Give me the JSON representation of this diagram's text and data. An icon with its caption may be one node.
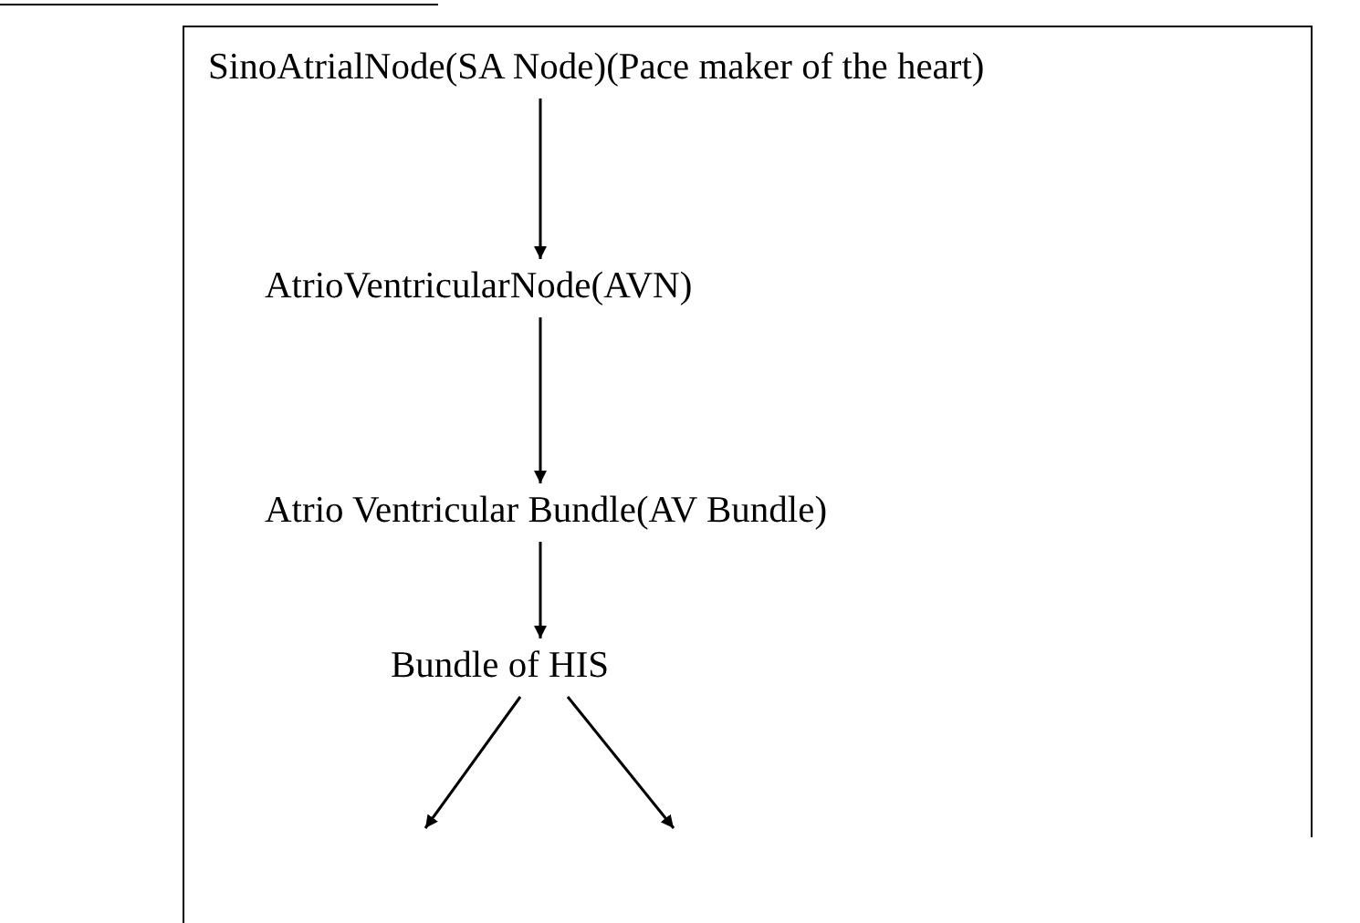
{
  "diagram": {
    "nodes": [
      {
        "text": [
          "SinoAtrialNode(SA Node)(Pace maker of the heart)"
        ]
      },
      {
        "text": [
          "AtrioVentricularNode(AVN)"
        ]
      },
      {
        "text": [
          "Atrio Ventricular Bundle(AV Bundle)"
        ]
      },
      {
        "text": [
          "Bundle of HIS"
        ]
      }
    ],
    "edges": [
      {
        "from": 0,
        "to": 1,
        "arrow": "to"
      },
      {
        "from": 1,
        "to": 2,
        "arrow": "to"
      },
      {
        "from": 2,
        "to": 3,
        "arrow": "to"
      },
      {
        "from": 3,
        "to": null,
        "arrow": "to"
      },
      {
        "from": 3,
        "to": null,
        "arrow": "to"
      }
    ]
  }
}
